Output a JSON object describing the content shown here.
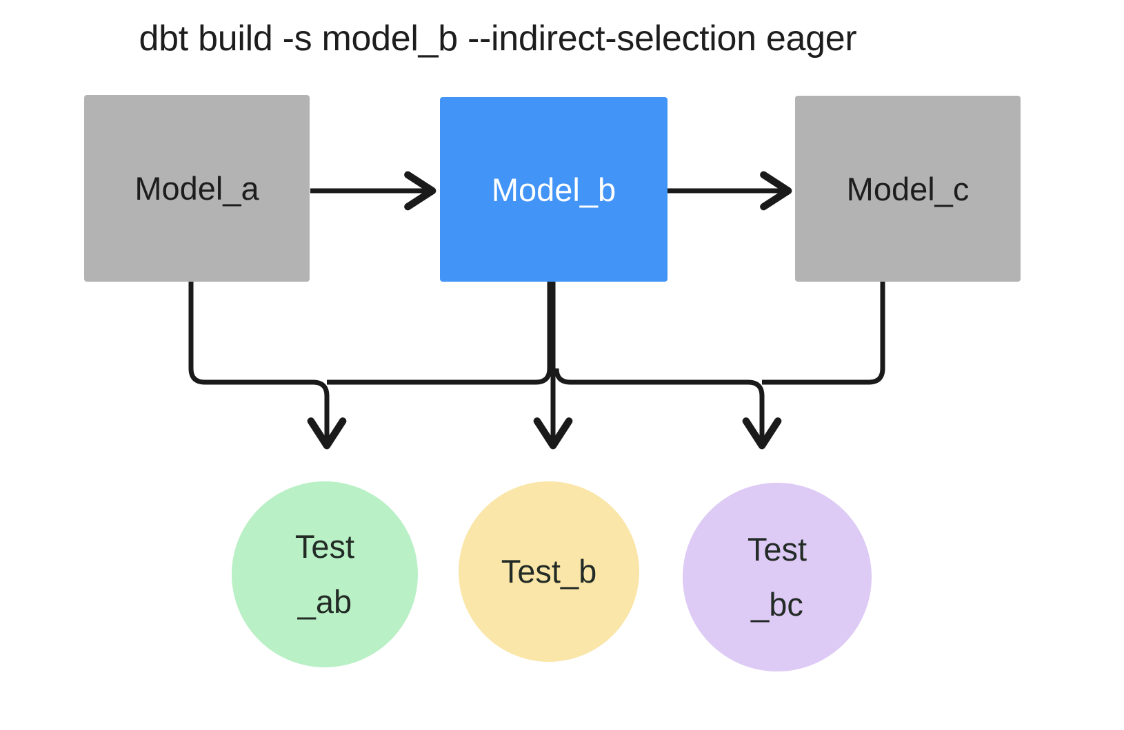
{
  "diagram": {
    "title": "dbt build -s model_b --indirect-selection eager",
    "background": "#ffffff",
    "edge_color": "#1a1a1a",
    "models": [
      {
        "id": "model_a",
        "label": "Model_a",
        "shape": "rectangle",
        "fill": "#b3b3b3",
        "text_color": "#1d1d1d",
        "selected": false
      },
      {
        "id": "model_b",
        "label": "Model_b",
        "shape": "rectangle",
        "fill": "#4294f7",
        "text_color": "#ffffff",
        "selected": true
      },
      {
        "id": "model_c",
        "label": "Model_c",
        "shape": "rectangle",
        "fill": "#b3b3b3",
        "text_color": "#1d1d1d",
        "selected": false
      }
    ],
    "tests": [
      {
        "id": "test_ab",
        "label_line1": "Test",
        "label_line2": "_ab",
        "shape": "circle",
        "fill": "#b9f0c5",
        "text_color": "#232b26"
      },
      {
        "id": "test_b",
        "label_line1": "Test_b",
        "label_line2": "",
        "shape": "circle",
        "fill": "#fae6a8",
        "text_color": "#232b26"
      },
      {
        "id": "test_bc",
        "label_line1": "Test",
        "label_line2": "_bc",
        "shape": "circle",
        "fill": "#ddcaf5",
        "text_color": "#232b26"
      }
    ],
    "edges": [
      {
        "from": "model_a",
        "to": "model_b",
        "style": "arrow"
      },
      {
        "from": "model_b",
        "to": "model_c",
        "style": "arrow"
      },
      {
        "from": "model_a",
        "to": "test_ab",
        "style": "arrow"
      },
      {
        "from": "model_b",
        "to": "test_ab",
        "style": "arrow"
      },
      {
        "from": "model_b",
        "to": "test_b",
        "style": "arrow"
      },
      {
        "from": "model_b",
        "to": "test_bc",
        "style": "arrow"
      },
      {
        "from": "model_c",
        "to": "test_bc",
        "style": "arrow"
      }
    ]
  }
}
